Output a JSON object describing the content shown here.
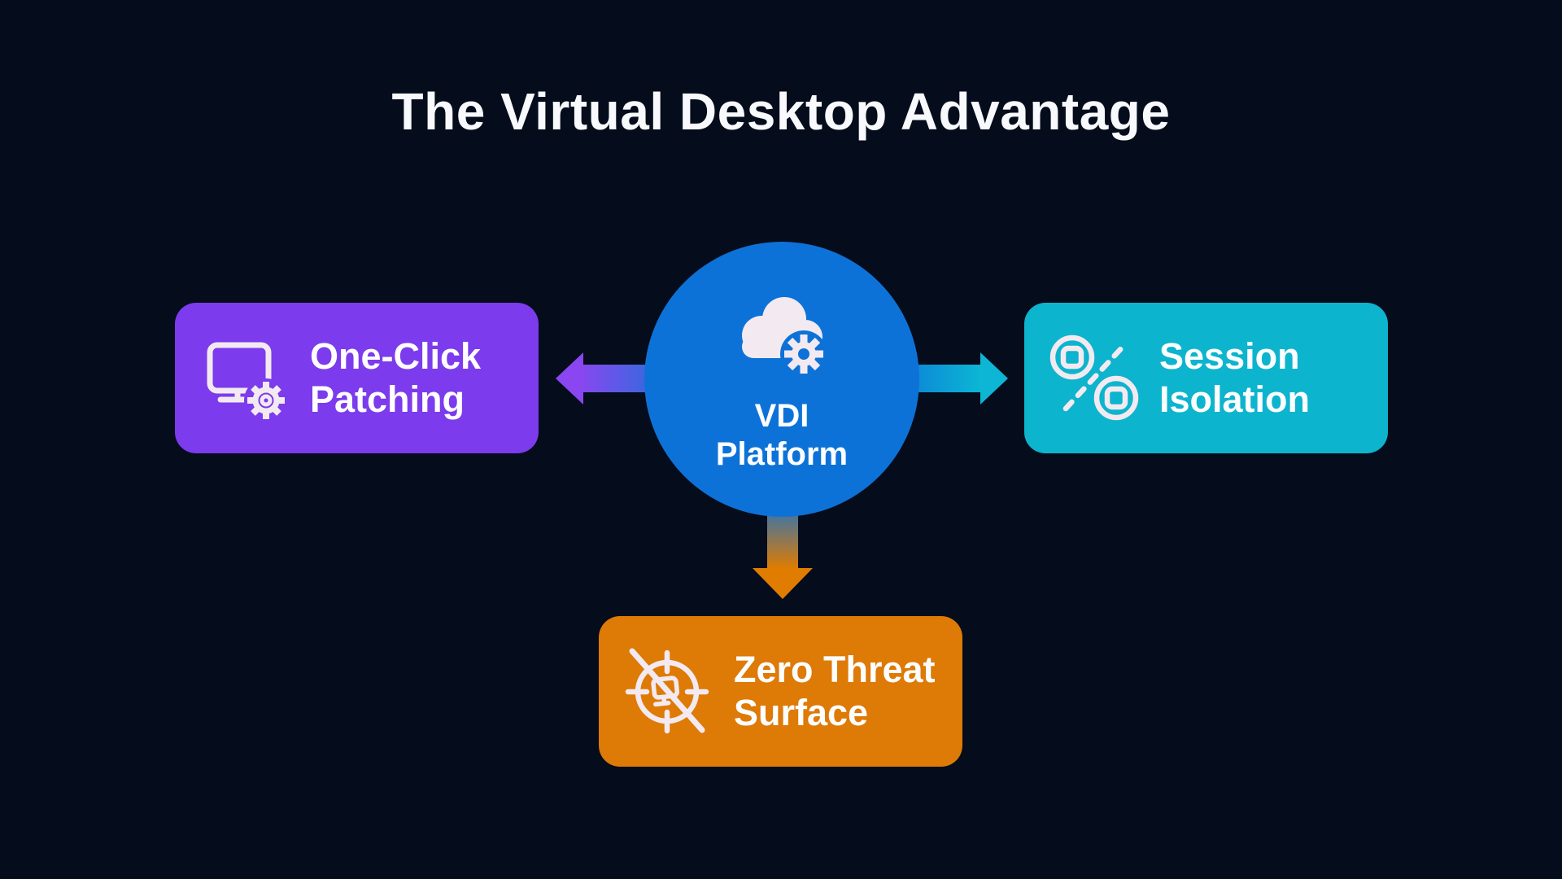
{
  "title": "The Virtual Desktop Advantage",
  "background_color": "#050c1b",
  "text_color": "#fdfeff",
  "icon_color": "#f3eaf1",
  "center_node": {
    "id": "vdi-platform",
    "label": "VDI Platform",
    "label_line1": "VDI",
    "label_line2": "Platform",
    "icon": "cloud-gear-icon",
    "shape": "circle",
    "color": "#0d72d8"
  },
  "nodes": [
    {
      "id": "one-click-patching",
      "label": "One-Click Patching",
      "label_line1": "One-Click",
      "label_line2": "Patching",
      "icon": "monitor-gear-icon",
      "color": "#7c3bec",
      "position": "left"
    },
    {
      "id": "session-isolation",
      "label": "Session Isolation",
      "label_line1": "Session",
      "label_line2": "Isolation",
      "icon": "isolated-sessions-icon",
      "color": "#0db4cd",
      "position": "right"
    },
    {
      "id": "zero-threat-surface",
      "label": "Zero Threat Surface",
      "label_line1": "Zero Threat",
      "label_line2": "Surface",
      "icon": "crossed-target-icon",
      "color": "#de7a06",
      "position": "bottom"
    }
  ],
  "arrows": [
    {
      "from": "vdi-platform",
      "to": "one-click-patching",
      "direction": "left",
      "gradient_start": "#0d72d8",
      "gradient_end": "#8a46f0"
    },
    {
      "from": "vdi-platform",
      "to": "session-isolation",
      "direction": "right",
      "gradient_start": "#0d72d8",
      "gradient_end": "#0cb6d4"
    },
    {
      "from": "vdi-platform",
      "to": "zero-threat-surface",
      "direction": "down",
      "gradient_start": "#0d72d8",
      "gradient_end": "#e07c00"
    }
  ]
}
